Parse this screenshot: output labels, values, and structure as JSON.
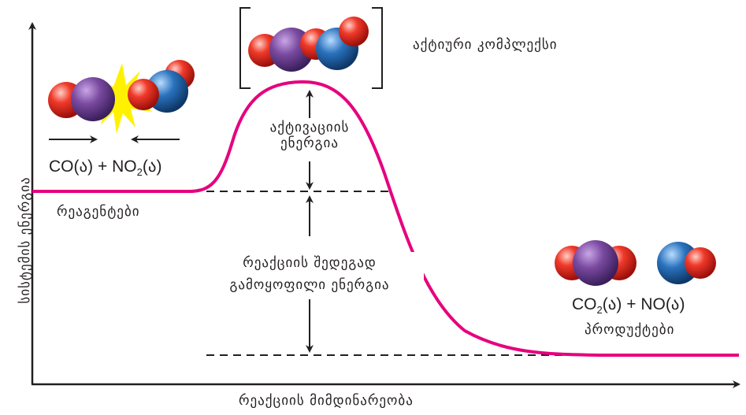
{
  "axes": {
    "y_label": "სისტემის ენერგია",
    "x_label": "რეაქციის მიმდინარეობა"
  },
  "reactants": {
    "formula_parts": [
      "CO(ა) + NO",
      "2",
      "(ა)"
    ],
    "label": "რეაგენტები"
  },
  "products": {
    "formula_parts": [
      "CO",
      "2",
      "(ა) + NO(ა)"
    ],
    "label": "პროდუქტები"
  },
  "activated_complex": {
    "label": "აქტიური კომპლექსი"
  },
  "activation_energy": {
    "line1": "აქტივაციის",
    "line2": "ენერგია"
  },
  "released_energy": {
    "line1": "რეაქციის შედეგად",
    "line2": "გამოყოფილი ენერგია"
  },
  "colors": {
    "curve": "#e6007e",
    "carbon": "#6b3f8f",
    "oxygen": "#e8221c",
    "nitrogen": "#1f63a8",
    "spark": "#fff200",
    "ink": "#231f20"
  }
}
